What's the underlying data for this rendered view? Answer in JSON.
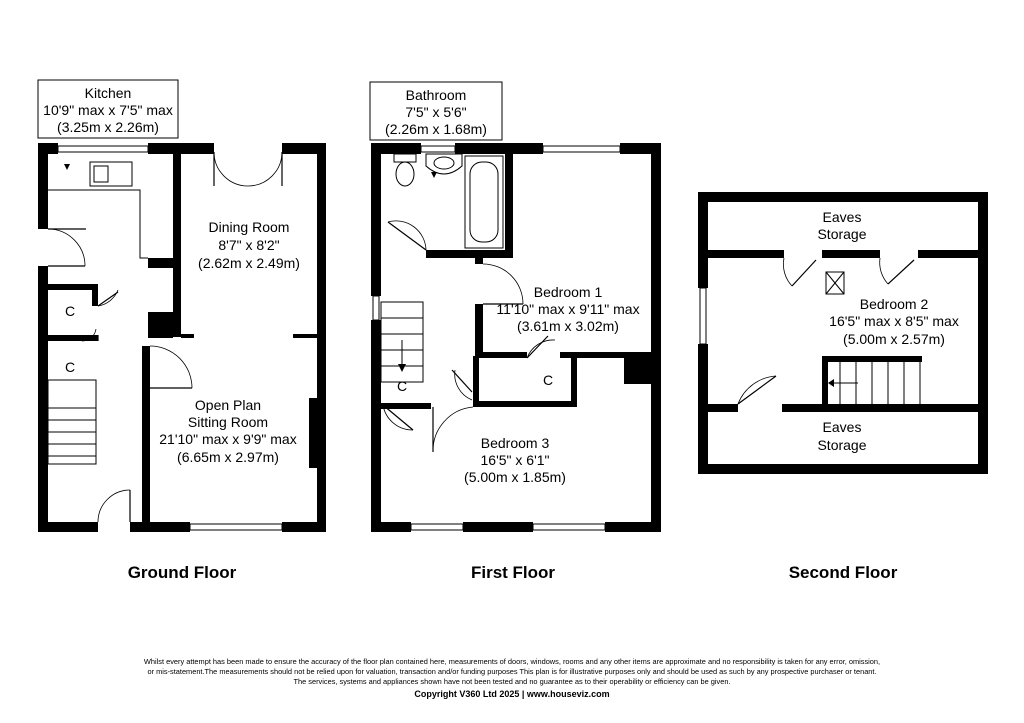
{
  "floors": {
    "ground": {
      "title": "Ground Floor",
      "rooms": {
        "kitchen": {
          "name": "Kitchen",
          "dims_imperial": "10'9\" max x 7'5\" max",
          "dims_metric": "(3.25m  x 2.26m)"
        },
        "dining": {
          "name": "Dining Room",
          "dims_imperial": "8'7\" x 8'2\"",
          "dims_metric": "(2.62m  x 2.49m)"
        },
        "sitting": {
          "name_line1": "Open Plan",
          "name_line2": "Sitting Room",
          "dims_imperial": "21'10\" max x 9'9\" max",
          "dims_metric": "(6.65m  x 2.97m)"
        },
        "cupboard_upper": {
          "name": "C"
        },
        "cupboard_lower": {
          "name": "C"
        }
      }
    },
    "first": {
      "title": "First Floor",
      "rooms": {
        "bathroom": {
          "name": "Bathroom",
          "dims_imperial": "7'5\" x 5'6\"",
          "dims_metric": "(2.26m x 1.68m)"
        },
        "bedroom1": {
          "name": "Bedroom 1",
          "dims_imperial": "11'10\" max x 9'11\" max",
          "dims_metric": "(3.61m  x 3.02m)"
        },
        "bedroom3": {
          "name": "Bedroom 3",
          "dims_imperial": "16'5\" x 6'1\"",
          "dims_metric": "(5.00m  x 1.85m)"
        },
        "cupboard_landing": {
          "name": "C"
        },
        "cupboard_bed1": {
          "name": "C"
        }
      }
    },
    "second": {
      "title": "Second Floor",
      "rooms": {
        "eaves_top": {
          "name_line1": "Eaves",
          "name_line2": "Storage"
        },
        "bedroom2": {
          "name": "Bedroom 2",
          "dims_imperial": "16'5\" max x 8'5\" max",
          "dims_metric": "(5.00m  x 2.57m)"
        },
        "eaves_bottom": {
          "name_line1": "Eaves",
          "name_line2": "Storage"
        }
      }
    }
  },
  "disclaimer": {
    "line1": "Whilst every attempt has been made to ensure the accuracy of the floor plan contained here, measurements of doors, windows, rooms and any other items are approximate and no responsibility is taken for any error, omission,",
    "line2": "or mis-statement.The measurements should not be relied upon for valuation, transaction and/or funding purposes This plan is for illustrative purposes only and should be used as such by any prospective purchaser or tenant.",
    "line3": "The services, systems and appliances shown have not been tested and no guarantee as to their operability or efficiency can be given."
  },
  "copyright": "Copyright V360 Ltd 2025 | www.houseviz.com"
}
